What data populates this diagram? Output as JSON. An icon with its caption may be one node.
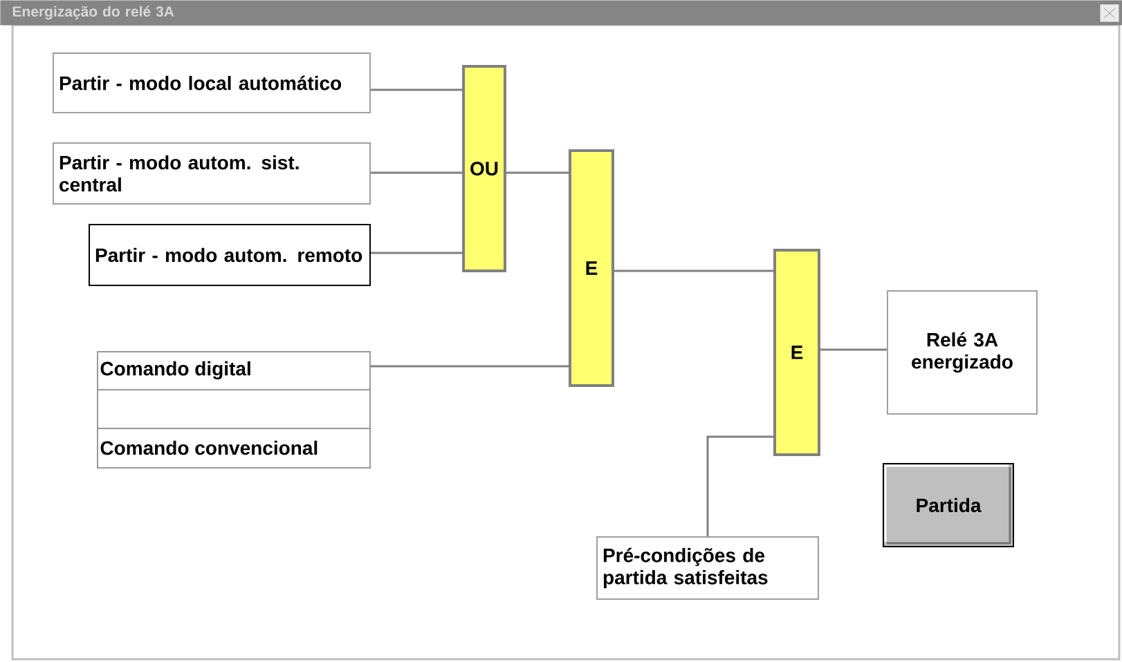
{
  "diagram": {
    "title": "Energização do relé 3A",
    "nodes": [
      {
        "text": [
          "Partir - modo local automático"
        ]
      },
      {
        "text": [
          "Partir - modo autom. sist. central"
        ]
      },
      {
        "text": [
          "Partir - modo autom. remoto"
        ]
      },
      {
        "text": [
          "OU"
        ]
      },
      {
        "text": [
          "E"
        ]
      },
      {
        "text": [
          "Comando digital",
          "Comando convencional"
        ]
      },
      {
        "text": [
          "E"
        ]
      },
      {
        "text": [
          "Relé 3A energizado"
        ]
      },
      {
        "text": [
          "Pré-condições de partida satisfeitas"
        ]
      },
      {
        "text": [
          "Partida"
        ]
      }
    ],
    "edges": [
      {
        "from": 0,
        "to": 3,
        "arrow": "none"
      },
      {
        "from": 1,
        "to": 3,
        "arrow": "none"
      },
      {
        "from": 2,
        "to": 3,
        "arrow": "none"
      },
      {
        "from": 3,
        "to": 4,
        "arrow": "none"
      },
      {
        "from": 5,
        "to": 4,
        "arrow": "none"
      },
      {
        "from": 4,
        "to": 6,
        "arrow": "none"
      },
      {
        "from": 8,
        "to": 6,
        "arrow": "none"
      },
      {
        "from": 6,
        "to": 7,
        "arrow": "none"
      }
    ]
  }
}
